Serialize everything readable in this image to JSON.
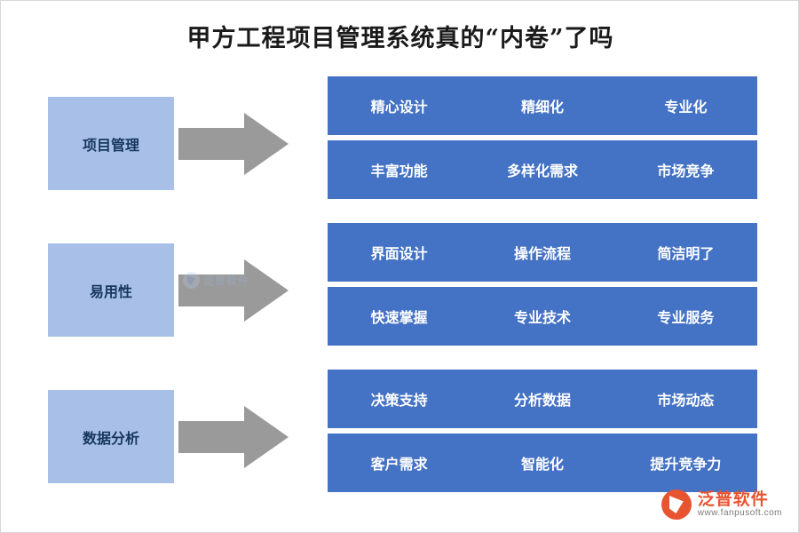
{
  "title": "甲方工程项目管理系统真的“内卷”了吗",
  "rows": [
    {
      "label": "项目管理",
      "bars": [
        [
          "精心设计",
          "精细化",
          "专业化"
        ],
        [
          "丰富功能",
          "多样化需求",
          "市场竞争"
        ]
      ]
    },
    {
      "label": "易用性",
      "bars": [
        [
          "界面设计",
          "操作流程",
          "简洁明了"
        ],
        [
          "快速掌握",
          "专业技术",
          "专业服务"
        ]
      ]
    },
    {
      "label": "数据分析",
      "bars": [
        [
          "决策支持",
          "分析数据",
          "市场动态"
        ],
        [
          "客户需求",
          "智能化",
          "提升竞争力"
        ]
      ]
    }
  ],
  "watermarks": {
    "center_text": "泛普软件",
    "logo_cn": "泛普软件",
    "logo_en": "www.fanpusoft.com"
  },
  "colors": {
    "bar_blue": "#4472c4",
    "left_box_blue": "#a8c0e8",
    "arrow_gray": "#9a9a9a",
    "title_text": "#1a1a1a",
    "logo_orange": "#e8542f"
  }
}
